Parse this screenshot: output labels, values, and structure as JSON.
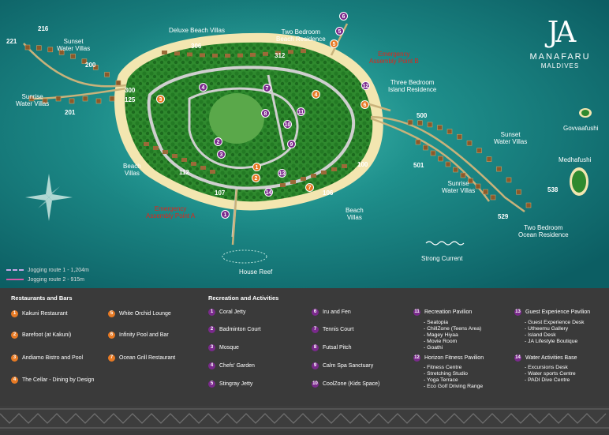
{
  "map": {
    "labels": {
      "deluxe_beach_villas": "Deluxe Beach Villas",
      "two_bedroom_beach_residence": "Two Bedroom\nBeach Residence",
      "sunset_water_villas_left": "Sunset\nWater Villas",
      "sunrise_water_villas_left": "Sunrise\nWater Villas",
      "emergency_b": "Emergency\nAssembly Point B",
      "three_bedroom_island_residence": "Three Bedroom\nIsland Residence",
      "beach_villas_left": "Beach\nVillas",
      "beach_villas_right": "Beach\nVillas",
      "emergency_a": "Emergency\nAssembly Point A",
      "house_reef": "House Reef",
      "sunset_water_villas_right": "Sunset\nWater Villas",
      "sunrise_water_villas_right": "Sunrise\nWater Villas",
      "two_bedroom_ocean_residence": "Two Bedroom\nOcean Residence",
      "strong_current": "Strong Current",
      "govvaafushi": "Govvaafushi",
      "medhafushi": "Medhafushi"
    },
    "villa_numbers": {
      "n216": "216",
      "n221": "221",
      "n200": "200",
      "n201": "201",
      "n300": "300",
      "n125": "125",
      "n306": "306",
      "n312": "312",
      "n500": "500",
      "n501": "501",
      "n538": "538",
      "n529": "529",
      "n112": "112",
      "n107": "107",
      "n106": "106",
      "n100": "100"
    },
    "legend": {
      "route1": "Jogging route 1 - 1,204m",
      "route2": "Jogging route 2 - 915m"
    },
    "brand": {
      "mark": "JA",
      "name": "MANAFARU",
      "sub": "MALDIVES"
    },
    "pins": {
      "p1": "1",
      "p2": "2",
      "p3": "3",
      "p4": "4",
      "p5": "5",
      "p6": "6",
      "p7": "7",
      "p8": "8",
      "p9": "9",
      "p10": "10",
      "p11": "11",
      "p12": "12",
      "p13": "13",
      "p14": "14",
      "o1": "1",
      "o2": "2",
      "o3": "3",
      "o4": "4",
      "o5": "5",
      "o6": "6",
      "o7": "7"
    }
  },
  "panel": {
    "restaurants": {
      "title": "Restaurants and Bars",
      "items": [
        {
          "n": "1",
          "label": "Kakuni Restaurant"
        },
        {
          "n": "2",
          "label": "Barefoot (at Kakuni)"
        },
        {
          "n": "3",
          "label": "Andiamo Bistro and Pool"
        },
        {
          "n": "4",
          "label": "The Cellar - Dining by Design"
        },
        {
          "n": "5",
          "label": "White Orchid Lounge"
        },
        {
          "n": "6",
          "label": "Infinity Pool and Bar"
        },
        {
          "n": "7",
          "label": "Ocean Grill Restaurant"
        }
      ]
    },
    "recreation": {
      "title": "Recreation and Activities",
      "items": [
        {
          "n": "1",
          "label": "Coral Jetty"
        },
        {
          "n": "2",
          "label": "Badminton Court"
        },
        {
          "n": "3",
          "label": "Mosque"
        },
        {
          "n": "4",
          "label": "Chefs' Garden"
        },
        {
          "n": "5",
          "label": "Stingray Jetty"
        },
        {
          "n": "6",
          "label": "Iru and Fen"
        },
        {
          "n": "7",
          "label": "Tennis Court"
        },
        {
          "n": "8",
          "label": "Futsal Pitch"
        },
        {
          "n": "9",
          "label": "Calm Spa Sanctuary"
        },
        {
          "n": "10",
          "label": "CoolZone (Kids Space)"
        },
        {
          "n": "11",
          "label": "Recreation Pavilion"
        },
        {
          "n": "12",
          "label": "Horizon Fitness Pavilion"
        },
        {
          "n": "13",
          "label": "Guest Experience Pavilion"
        },
        {
          "n": "14",
          "label": "Water Activities Base"
        }
      ],
      "sub11": "- Seatopia\n- ChillZone (Teens Area)\n- Magey Hiyaa\n- Movie Room\n- Goathi",
      "sub12": "- Fitness Centre\n- Stretching Studio\n- Yoga Terrace\n- Eco Golf Driving Range",
      "sub13": "- Guest Experience Desk\n- Utheemu Gallery\n- Island Desk\n- JA Lifestyle Boutique",
      "sub14": "- Excursions Desk\n- Water sports Centre\n- PADI Dive Centre"
    }
  },
  "colors": {
    "sea_deep": "#0e6f72",
    "sea_mid": "#1d8c8a",
    "lagoon": "#3fb0a6",
    "sand": "#f3e6b0",
    "island": "#2f8a2e",
    "tree": "#1f6b21",
    "path": "#c9c9c9",
    "villa": "#8a5a2b",
    "orange": "#e77a24",
    "purple": "#7a2a8c",
    "red_label": "#e0251b",
    "panel": "#3a3a3a"
  }
}
